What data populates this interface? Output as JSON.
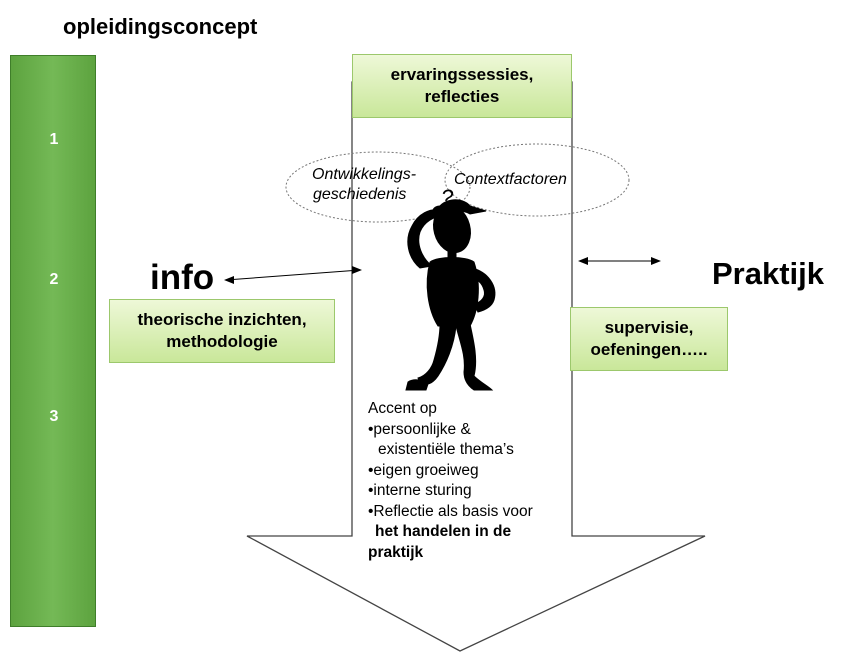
{
  "title": "opleidingsconcept",
  "levels": [
    "1",
    "2",
    "3"
  ],
  "arrow_top_box": {
    "line1": "ervaringssessies,",
    "line2": "reflecties"
  },
  "ellipses": {
    "left_line1": "Ontwikkelings-",
    "left_line2": "geschiedenis",
    "right": "Contextfactoren"
  },
  "question_mark": "?",
  "left_side": {
    "heading": "info",
    "box_line1": "theorische inzichten,",
    "box_line2": "methodologie"
  },
  "right_side": {
    "heading": "Praktijk",
    "box_line1": "supervisie,",
    "box_line2": "oefeningen….."
  },
  "accent": {
    "intro": "Accent op",
    "items": [
      "•persoonlijke &",
      "existentiële thema’s",
      "•eigen groeiweg",
      "•interne sturing",
      "•Reflectie als basis voor"
    ],
    "bold_line1": "het  handelen in de",
    "bold_line2": "praktijk"
  },
  "colors": {
    "bar_green": "#6ab04c",
    "box_green": "#c9e79a"
  },
  "icons": {
    "figure": "thinking-figure-icon"
  }
}
